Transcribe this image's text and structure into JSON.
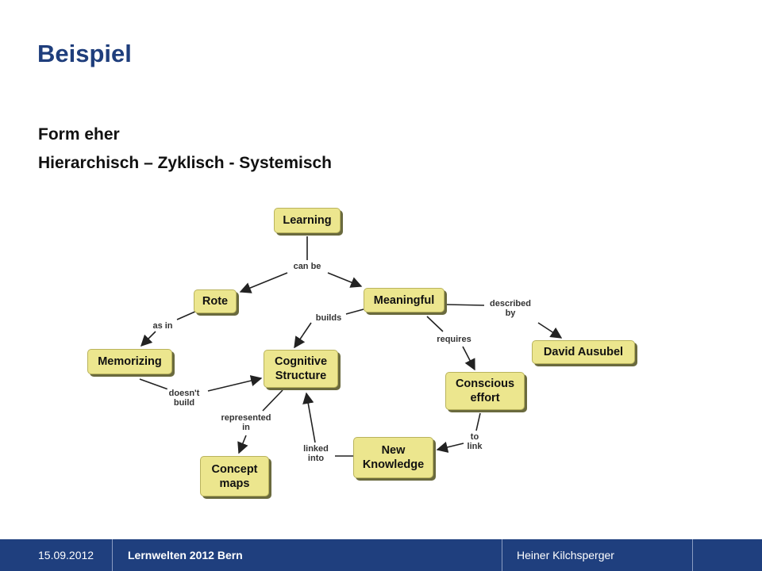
{
  "slide": {
    "title": "Beispiel",
    "subtitle_line1": "Form eher",
    "subtitle_line2": "Hierarchisch – Zyklisch - Systemisch"
  },
  "concept_map": {
    "nodes": {
      "learning": "Learning",
      "rote": "Rote",
      "meaningful": "Meaningful",
      "memorizing": "Memorizing",
      "cognitive_structure": "Cognitive\nStructure",
      "david_ausubel": "David Ausubel",
      "conscious_effort": "Conscious\neffort",
      "concept_maps": "Concept\nmaps",
      "new_knowledge": "New\nKnowledge"
    },
    "links": {
      "can_be": "can be",
      "as_in": "as in",
      "builds": "builds",
      "described_by": "described\nby",
      "requires": "requires",
      "doesnt_build": "doesn't\nbuild",
      "represented_in": "represented\nin",
      "linked_into": "linked\ninto",
      "to_link": "to\nlink"
    },
    "colors": {
      "node_fill": "#ece68e",
      "node_shadow": "#6a6a3e",
      "arrow": "#222222"
    }
  },
  "footer": {
    "date": "15.09.2012",
    "title": "Lernwelten 2012 Bern",
    "author": "Heiner Kilchsperger",
    "background": "#1f3f7e"
  }
}
